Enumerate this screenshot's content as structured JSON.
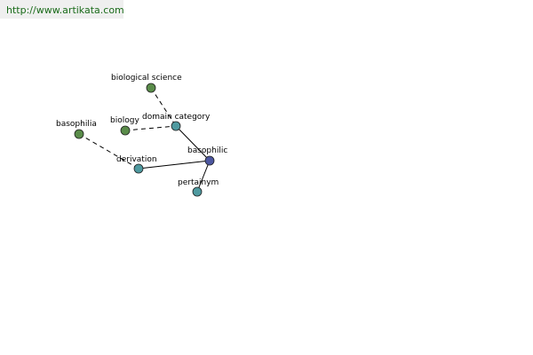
{
  "watermark": {
    "url": "http://www.artikata.com"
  },
  "colors": {
    "term_node": "#5a8c4a",
    "relation_node": "#4f9aa0",
    "focus_node": "#4d57a0",
    "edge": "#000000"
  },
  "graph": {
    "nodes": [
      {
        "id": "biological_science",
        "label": "biological science",
        "kind": "term"
      },
      {
        "id": "biology",
        "label": "biology",
        "kind": "term"
      },
      {
        "id": "domain_category",
        "label": "domain category",
        "kind": "relation"
      },
      {
        "id": "basophilia",
        "label": "basophilia",
        "kind": "term"
      },
      {
        "id": "derivation",
        "label": "derivation",
        "kind": "relation"
      },
      {
        "id": "basophilic",
        "label": "basophilic",
        "kind": "focus"
      },
      {
        "id": "pertainym",
        "label": "pertainym",
        "kind": "relation"
      }
    ],
    "edges": [
      {
        "from": "biological_science",
        "to": "domain_category",
        "style": "dashed"
      },
      {
        "from": "biology",
        "to": "domain_category",
        "style": "dashed"
      },
      {
        "from": "basophilia",
        "to": "derivation",
        "style": "dashed"
      },
      {
        "from": "domain_category",
        "to": "basophilic",
        "style": "solid"
      },
      {
        "from": "derivation",
        "to": "basophilic",
        "style": "solid"
      },
      {
        "from": "pertainym",
        "to": "basophilic",
        "style": "solid"
      }
    ]
  }
}
